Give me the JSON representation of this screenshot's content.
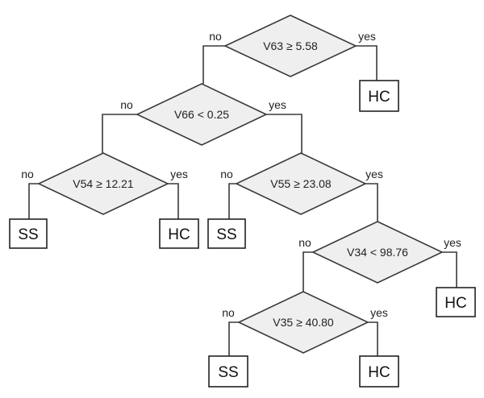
{
  "branch_labels": {
    "no": "no",
    "yes": "yes"
  },
  "decisions": {
    "v63": "V63 ≥ 5.58",
    "v66": "V66 < 0.25",
    "v54": "V54 ≥ 12.21",
    "v55": "V55 ≥ 23.08",
    "v34": "V34 < 98.76",
    "v35": "V35 ≥ 40.80"
  },
  "leaves": {
    "v63_yes": "HC",
    "v54_no": "SS",
    "v54_yes": "HC",
    "v55_no": "SS",
    "v34_yes": "HC",
    "v35_no": "SS",
    "v35_yes": "HC"
  }
}
